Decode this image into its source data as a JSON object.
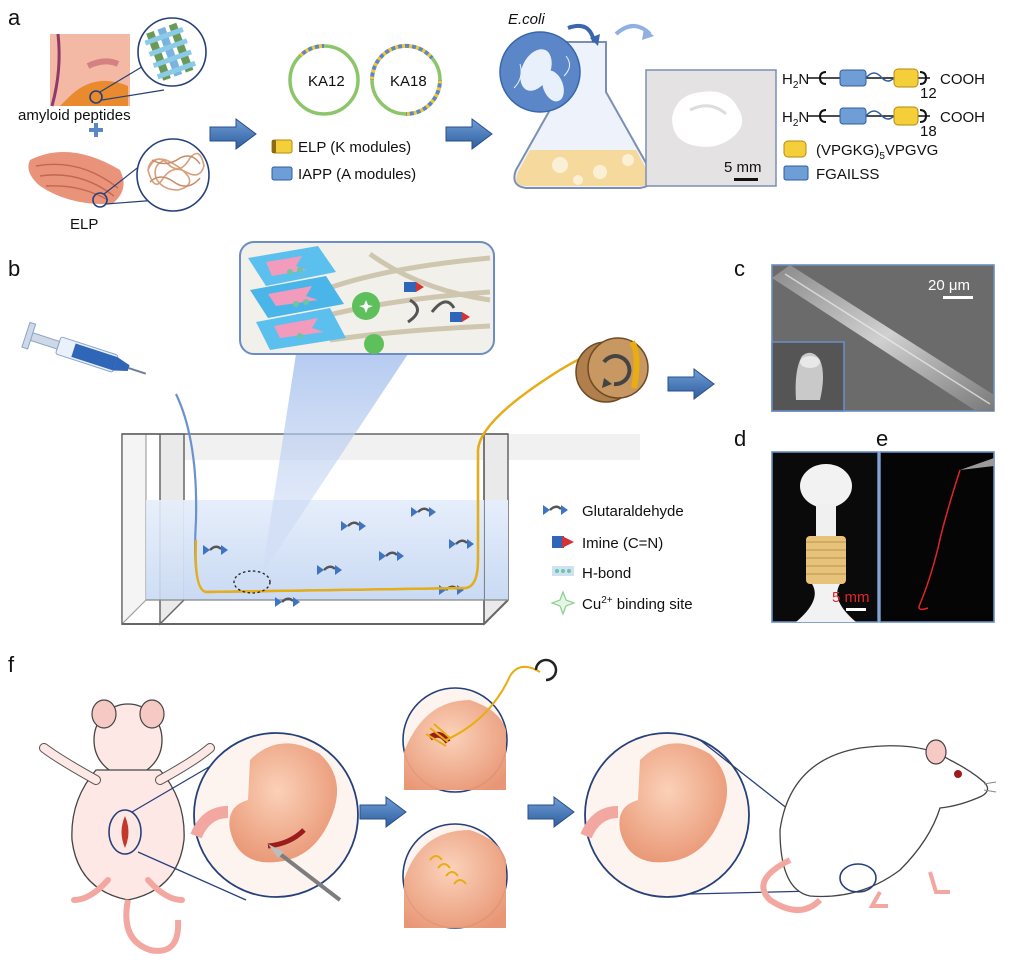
{
  "panels": {
    "a": {
      "label": "a",
      "amyloid_label": "amyloid peptides",
      "elp_label": "ELP",
      "plasmid_1": "KA12",
      "plasmid_2": "KA18",
      "legend_k": "ELP (K modules)",
      "legend_a": "IAPP (A modules)",
      "ecoli_label": "E.coli",
      "scale_bar": "5 mm",
      "formula": {
        "h2n": "H",
        "two": "2",
        "n": "N",
        "cooh": "COOH",
        "repeat_1": "12",
        "repeat_2": "18",
        "k_seq_pre": "(VPGKG)",
        "k_seq_sub": "5",
        "k_seq_post": "VPGVG",
        "a_seq": "FGAILSS"
      },
      "colors": {
        "k_module": "#f5cf3a",
        "a_module": "#6f9ed6"
      }
    },
    "b": {
      "label": "b",
      "legend": {
        "glutaraldehyde": "Glutaraldehyde",
        "imine": "Imine (C=N)",
        "hbond": "H-bond",
        "cu_pre": "Cu",
        "cu_sup": "2+",
        "cu_post": " binding site"
      }
    },
    "c": {
      "label": "c",
      "scale_bar": "20 μm"
    },
    "d": {
      "label": "d",
      "scale_bar": "5 mm"
    },
    "e": {
      "label": "e"
    },
    "f": {
      "label": "f"
    }
  }
}
